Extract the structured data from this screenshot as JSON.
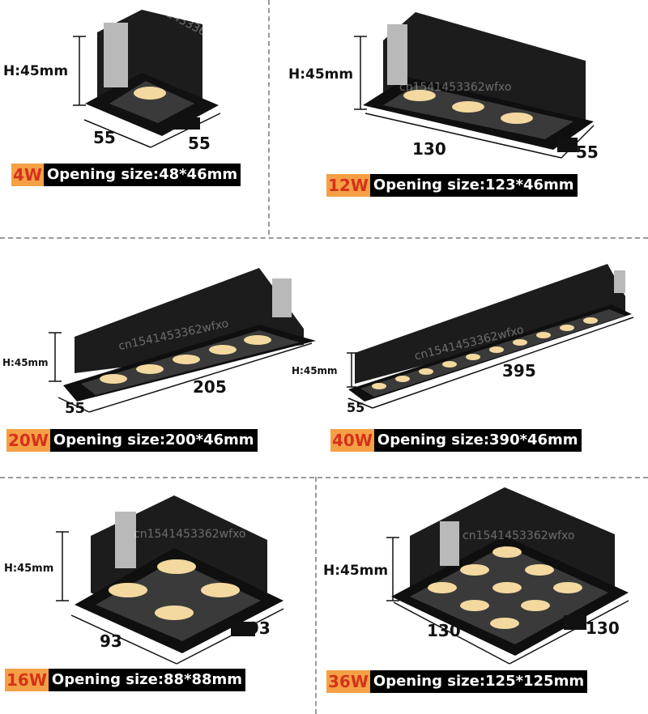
{
  "products": [
    {
      "watt": "4W",
      "opening": "Opening size:48*46mm",
      "height": "H:45mm",
      "dim_a": "55",
      "dim_b": "55"
    },
    {
      "watt": "12W",
      "opening": "Opening size:123*46mm",
      "height": "H:45mm",
      "dim_a": "130",
      "dim_b": "55"
    },
    {
      "watt": "20W",
      "opening": "Opening size:200*46mm",
      "height": "H:45mm",
      "dim_a": "55",
      "dim_b": "205"
    },
    {
      "watt": "40W",
      "opening": "Opening size:390*46mm",
      "height": "H:45mm",
      "dim_a": "55",
      "dim_b": "395"
    },
    {
      "watt": "16W",
      "opening": "Opening size:88*88mm",
      "height": "H:45mm",
      "dim_a": "93",
      "dim_b": "93"
    },
    {
      "watt": "36W",
      "opening": "Opening size:125*125mm",
      "height": "H:45mm",
      "dim_a": "130",
      "dim_b": "130"
    }
  ],
  "watermark": "cn1541453362wfxo",
  "colors": {
    "watt_bg": "#f5a045",
    "watt_text": "#d4321b",
    "label_bg": "#000000",
    "label_text": "#ffffff",
    "lamp_body": "#1c1c1c",
    "lamp_light": "#f3d9a0"
  }
}
